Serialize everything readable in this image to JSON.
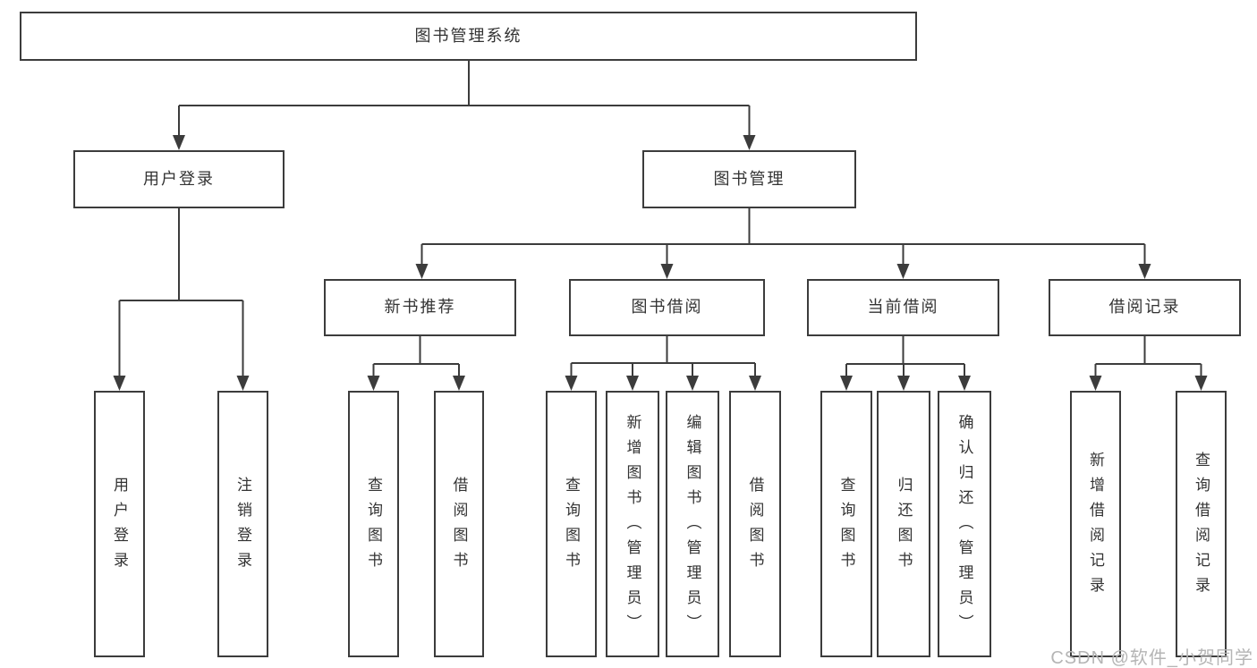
{
  "tree": {
    "root": {
      "label": "图书管理系统"
    },
    "branches": [
      {
        "label": "用户登录",
        "children": [
          {
            "label": "用户登录"
          },
          {
            "label": "注销登录"
          }
        ]
      },
      {
        "label": "图书管理",
        "children": [
          {
            "label": "新书推荐",
            "children": [
              {
                "label": "查询图书"
              },
              {
                "label": "借阅图书"
              }
            ]
          },
          {
            "label": "图书借阅",
            "children": [
              {
                "label": "查询图书"
              },
              {
                "label": "新增图书（管理员）"
              },
              {
                "label": "编辑图书（管理员）"
              },
              {
                "label": "借阅图书"
              }
            ]
          },
          {
            "label": "当前借阅",
            "children": [
              {
                "label": "查询图书"
              },
              {
                "label": "归还图书"
              },
              {
                "label": "确认归还（管理员）"
              }
            ]
          },
          {
            "label": "借阅记录",
            "children": [
              {
                "label": "新增借阅记录"
              },
              {
                "label": "查询借阅记录"
              }
            ]
          }
        ]
      }
    ]
  },
  "watermark": {
    "text": "CSDN @软件_小贺同学"
  },
  "colors": {
    "line": "#3c3c3c",
    "box_border": "#3c3c3c",
    "text": "#333333",
    "watermark": "#b5b5b5",
    "background": "#ffffff"
  }
}
